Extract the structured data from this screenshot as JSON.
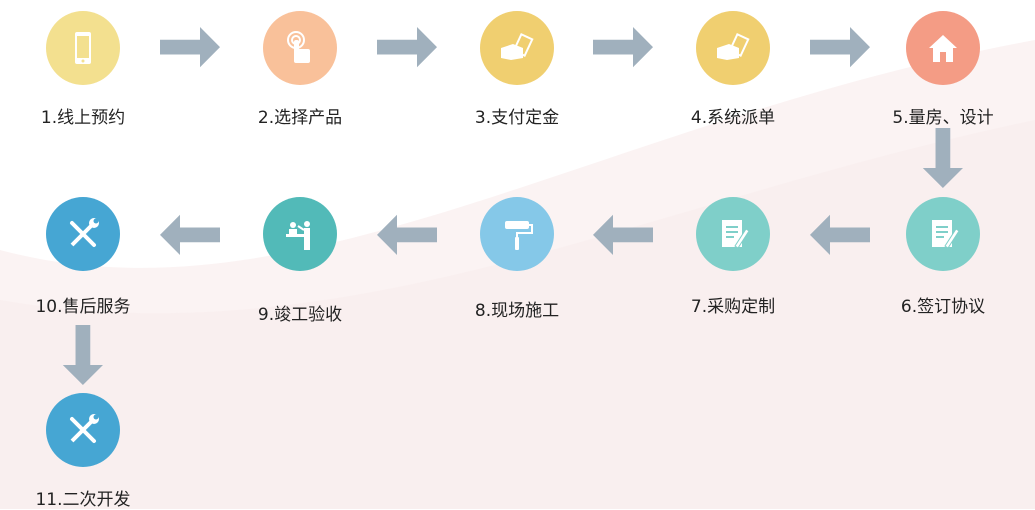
{
  "colors": {
    "arrow": "#a0b0bd",
    "text": "#222222"
  },
  "steps": [
    {
      "label": "1.线上预约",
      "icon": "phone-icon",
      "color": "#f3e08f"
    },
    {
      "label": "2.选择产品",
      "icon": "touch-icon",
      "color": "#f9c19a"
    },
    {
      "label": "3.支付定金",
      "icon": "payment-icon",
      "color": "#f0cf70"
    },
    {
      "label": "4.系统派单",
      "icon": "payment-icon",
      "color": "#f0cf70"
    },
    {
      "label": "5.量房、设计",
      "icon": "house-icon",
      "color": "#f49c85"
    },
    {
      "label": "6.签订协议",
      "icon": "contract-icon",
      "color": "#7fcfc9"
    },
    {
      "label": "7.采购定制",
      "icon": "contract-icon",
      "color": "#7fcfc9"
    },
    {
      "label": "8.现场施工",
      "icon": "paint-roller-icon",
      "color": "#85c8e8"
    },
    {
      "label": "9.竣工验收",
      "icon": "inspection-icon",
      "color": "#52bab8"
    },
    {
      "label": "10.售后服务",
      "icon": "tools-icon",
      "color": "#46a6d3"
    },
    {
      "label": "11.二次开发",
      "icon": "tools-icon",
      "color": "#46a6d3"
    }
  ]
}
